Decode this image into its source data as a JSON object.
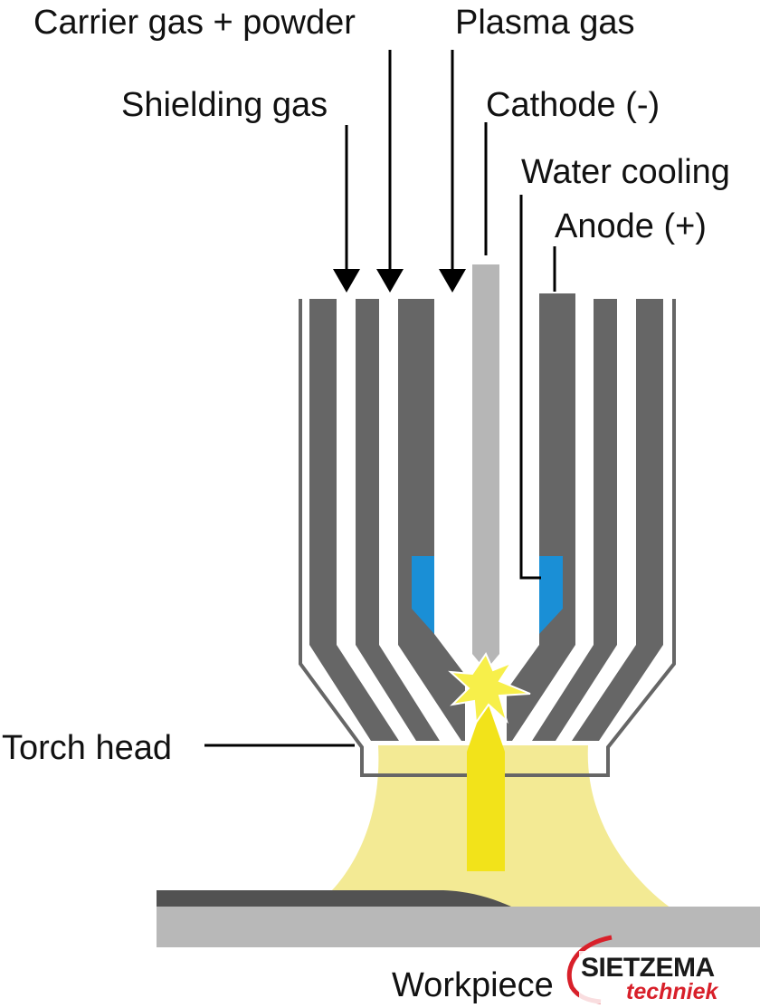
{
  "labels": {
    "carrier": "Carrier gas + powder",
    "plasma": "Plasma gas",
    "shielding": "Shielding gas",
    "cathode": "Cathode (-)",
    "water": "Water cooling",
    "anode": "Anode (+)",
    "torch": "Torch head",
    "workpiece": "Workpiece"
  },
  "logo": {
    "line1": "SIETZEMA",
    "line2": "techniek"
  },
  "colors": {
    "electrode_dark": "#666666",
    "cathode": "#b6b6b6",
    "water": "#1a8fd6",
    "plasma_cloud": "#f3ea94",
    "plasma_jet": "#f2e31a",
    "coating": "#525252",
    "workpiece": "#b8b8b8",
    "logo_accent": "#d8202a"
  }
}
